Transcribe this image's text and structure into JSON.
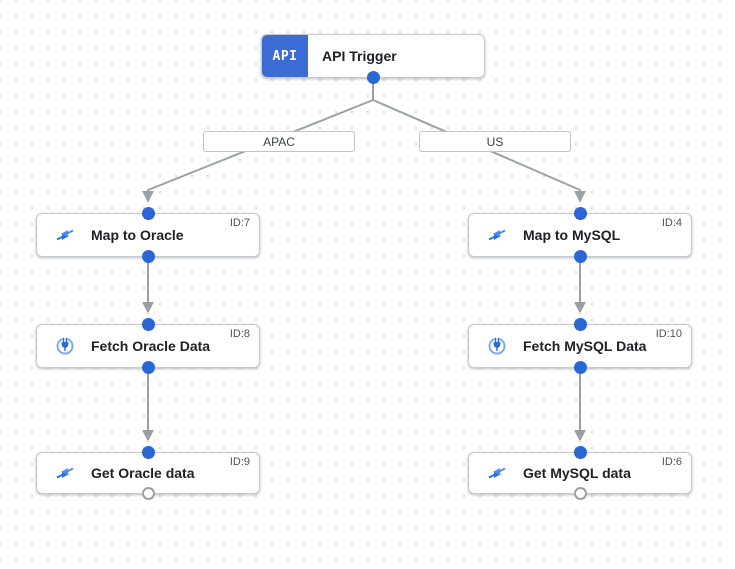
{
  "trigger": {
    "icon_label": "API",
    "title": "API Trigger"
  },
  "branches": [
    {
      "label": "APAC"
    },
    {
      "label": "US"
    }
  ],
  "nodes": [
    {
      "title": "Map to Oracle",
      "id_label": "ID:7",
      "icon": "data-mapping-icon"
    },
    {
      "title": "Fetch Oracle Data",
      "id_label": "ID:8",
      "icon": "connector-icon"
    },
    {
      "title": "Get Oracle data",
      "id_label": "ID:9",
      "icon": "data-mapping-icon"
    },
    {
      "title": "Map to MySQL",
      "id_label": "ID:4",
      "icon": "data-mapping-icon"
    },
    {
      "title": "Fetch MySQL Data",
      "id_label": "ID:10",
      "icon": "connector-icon"
    },
    {
      "title": "Get MySQL data",
      "id_label": "ID:6",
      "icon": "data-mapping-icon"
    }
  ],
  "colors": {
    "accent_blue": "#3b6cd4",
    "port_blue": "#2a66d4",
    "edge_gray": "#9aa0a6",
    "grid_dot": "#dcdcdc"
  }
}
